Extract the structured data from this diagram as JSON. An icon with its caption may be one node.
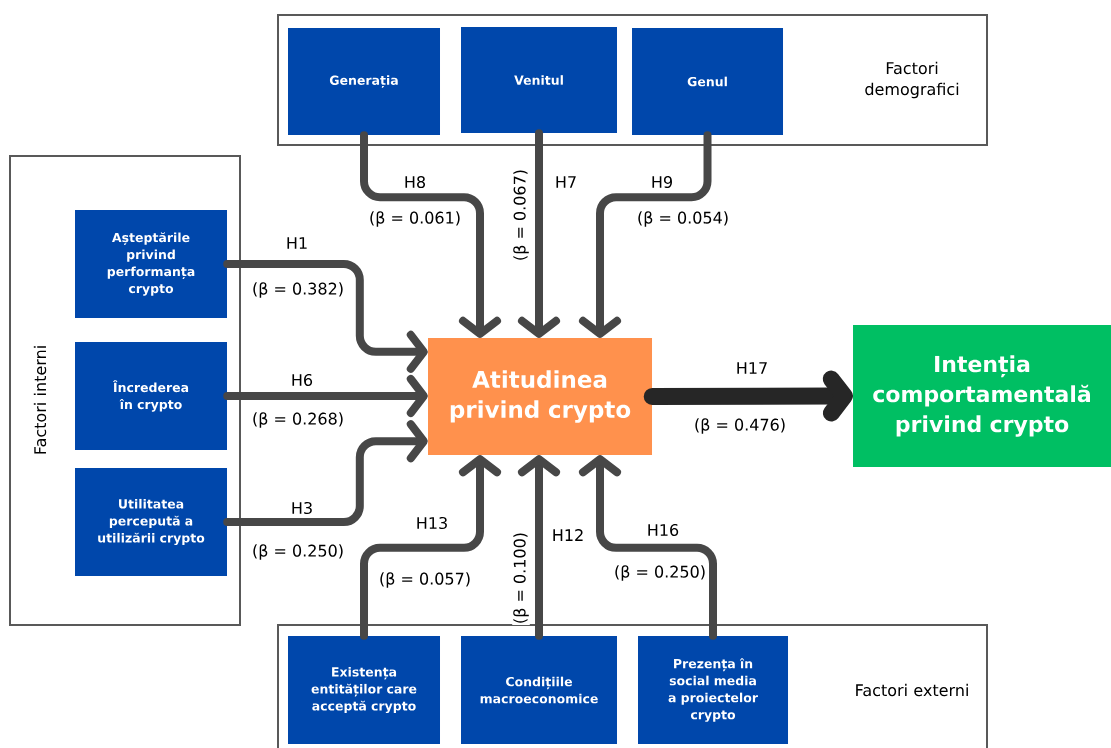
{
  "diagram": {
    "nodes": [
      {
        "text": [
          "Factori demografici"
        ]
      },
      {
        "text": [
          "Generația"
        ],
        "in": 0
      },
      {
        "text": [
          "Venitul"
        ],
        "in": 0
      },
      {
        "text": [
          "Genul"
        ],
        "in": 0
      },
      {
        "text": [
          "Factori interni"
        ]
      },
      {
        "text": [
          "Așteptările privind performanța crypto"
        ],
        "in": 4
      },
      {
        "text": [
          "Încrederea în crypto"
        ],
        "in": 4
      },
      {
        "text": [
          "Utilitatea percepută a utilizării crypto"
        ],
        "in": 4
      },
      {
        "text": [
          "Atitudinea privind crypto"
        ]
      },
      {
        "text": [
          "Intenția comportamentală privind crypto"
        ]
      },
      {
        "text": [
          "Factori externi"
        ]
      },
      {
        "text": [
          "Existența entităților care acceptă crypto"
        ],
        "in": 10
      },
      {
        "text": [
          "Condițiile macroeconomice"
        ],
        "in": 10
      },
      {
        "text": [
          "Prezența în social media a proiectelor crypto"
        ],
        "in": 10
      }
    ],
    "edges": [
      {
        "from": 1,
        "to": 8,
        "arrow": "to",
        "label": "H8"
      },
      {
        "from": 2,
        "to": 8,
        "arrow": "to",
        "label": "H7"
      },
      {
        "from": 3,
        "to": 8,
        "arrow": "to",
        "label": "H9"
      },
      {
        "from": 5,
        "to": 8,
        "arrow": "to",
        "label": "H1"
      },
      {
        "from": 6,
        "to": 8,
        "arrow": "to",
        "label": "H6"
      },
      {
        "from": 7,
        "to": 8,
        "arrow": "to",
        "label": "H3"
      },
      {
        "from": 11,
        "to": 8,
        "arrow": "to",
        "label": "H13"
      },
      {
        "from": 12,
        "to": 8,
        "arrow": "to",
        "label": "H12"
      },
      {
        "from": 13,
        "to": 8,
        "arrow": "to",
        "label": "H16"
      },
      {
        "from": 8,
        "to": 9,
        "arrow": "to",
        "label": "H17",
        "style": "thick",
        "color": "#262626"
      }
    ],
    "labels": [
      "(β = 0.061)",
      "(β = 0.067)",
      "(β = 0.054)",
      "(β = 0.382)",
      "(β = 0.268)",
      "(β = 0.250)",
      "(β = 0.476)",
      "(β = 0.057)",
      "(β = 0.100)",
      "(β = 0.250)"
    ]
  }
}
